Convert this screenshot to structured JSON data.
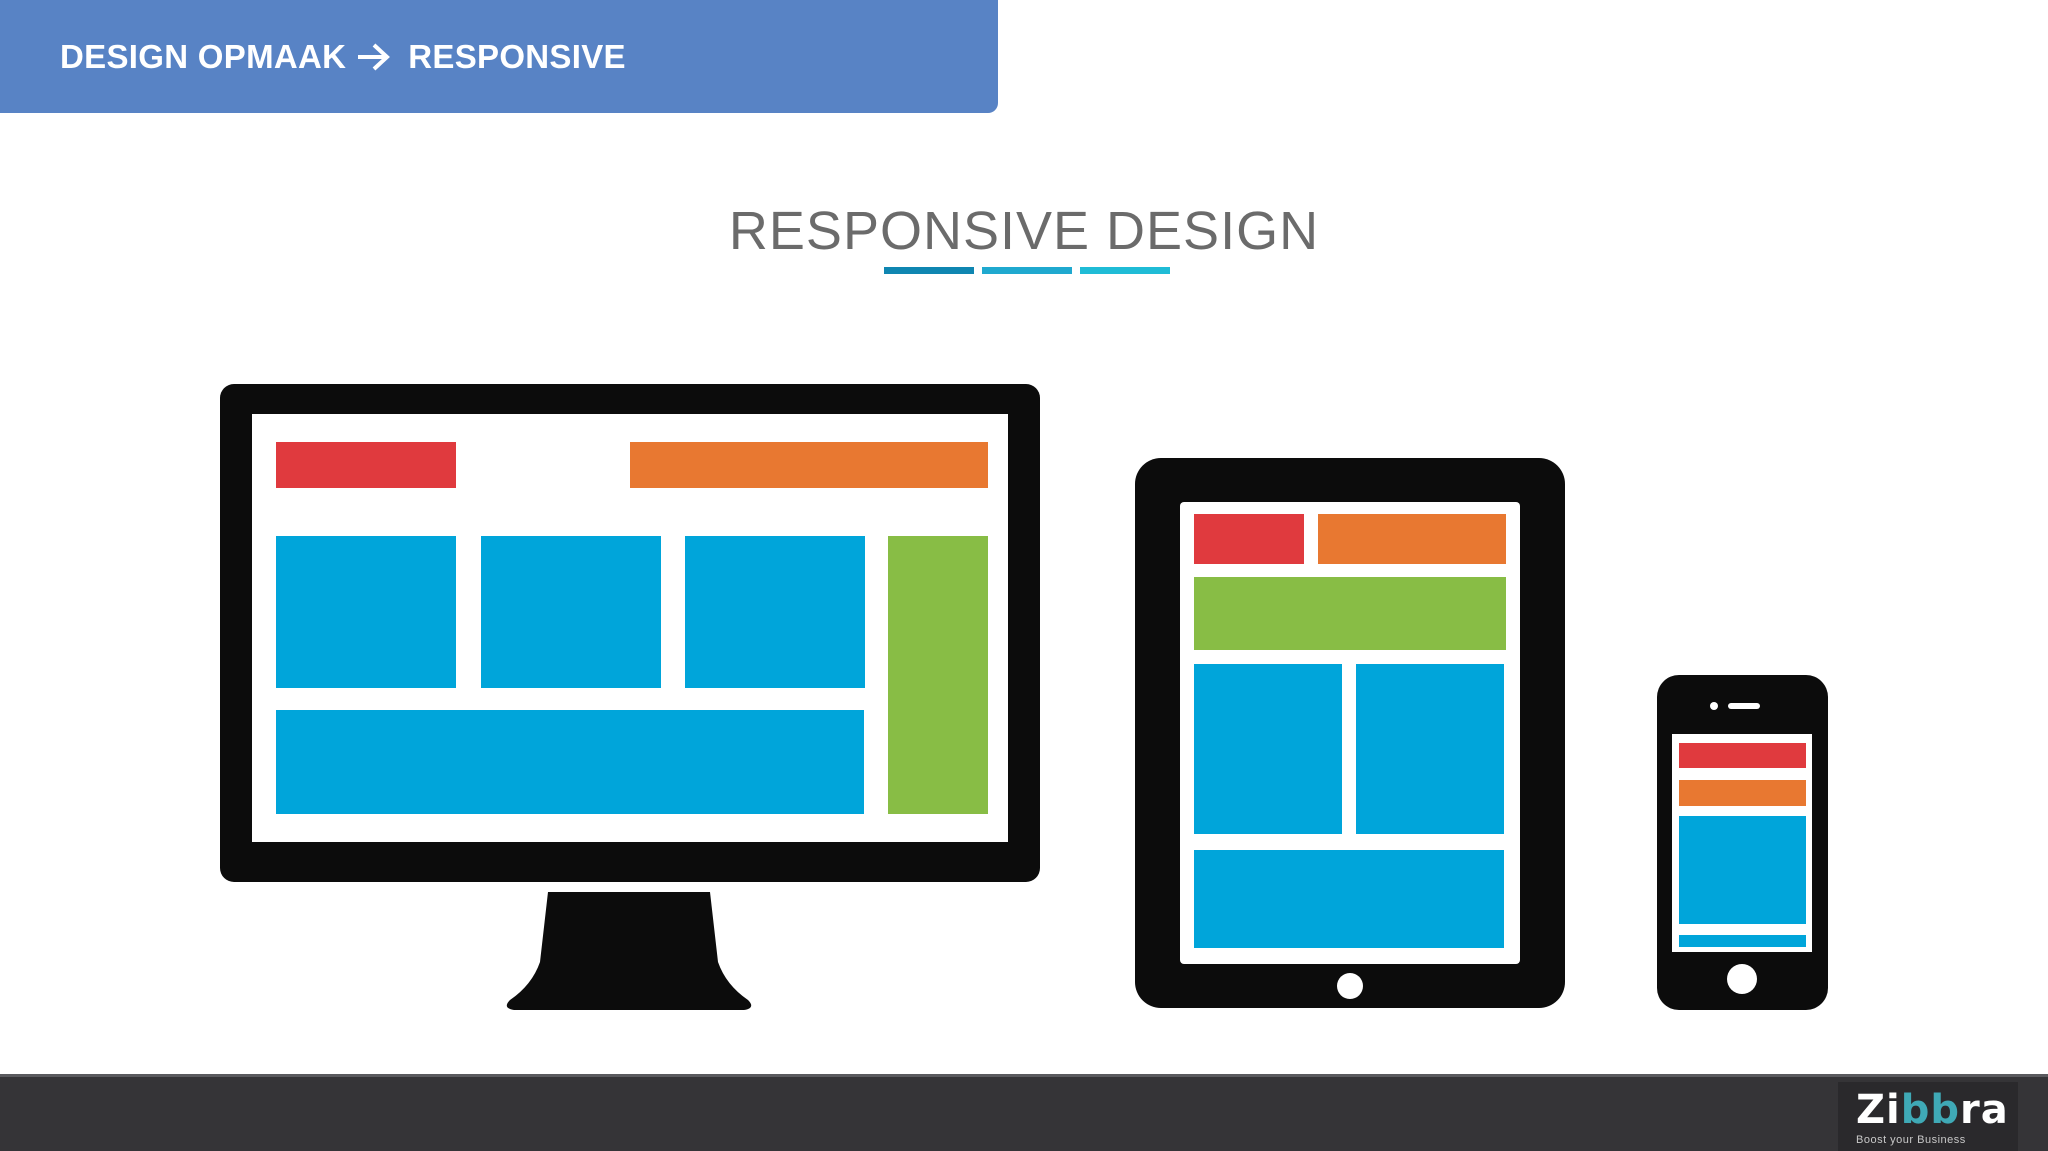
{
  "header": {
    "left": "DESIGN OPMAAK",
    "right": "RESPONSIVE"
  },
  "title": "RESPONSIVE DESIGN",
  "colors": {
    "header_bg": "#5883c5",
    "title_text": "#6b6b6b",
    "underline_1": "#0f86b1",
    "underline_2": "#1fa9cf",
    "underline_3": "#1fbcd6",
    "device_body": "#0c0c0c",
    "screen_bg": "#ffffff",
    "red": "#e03a3e",
    "orange": "#e87831",
    "blue": "#00a5da",
    "green": "#88bd45",
    "footer_bg": "#353437",
    "logo_accent": "#3fa9b6"
  },
  "footer": {
    "logo_part1": "Zi",
    "logo_part2": "bb",
    "logo_part3": "ra",
    "logo_tagline": "Boost your Business"
  }
}
